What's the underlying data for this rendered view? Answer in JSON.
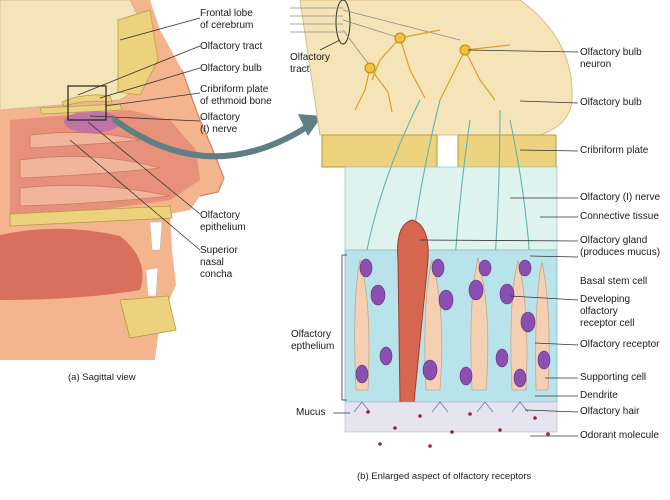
{
  "left_panel": {
    "labels": {
      "frontal_lobe": "Frontal lobe\nof cerebrum",
      "olfactory_tract": "Olfactory tract",
      "olfactory_bulb": "Olfactory bulb",
      "cribriform_plate": "Cribriform plate\nof ethmoid bone",
      "olfactory_nerve": "Olfactory\n(I) nerve",
      "olfactory_epithelium": "Olfactory\nepithelium",
      "superior_nasal_concha": "Superior\nnasal\nconcha"
    },
    "caption": "(a) Sagittal view"
  },
  "right_panel": {
    "labels": {
      "olfactory_tract": "Olfactory\ntract",
      "olfactory_bulb_neuron": "Olfactory bulb\nneuron",
      "olfactory_bulb": "Olfactory bulb",
      "cribriform_plate": "Cribriform plate",
      "olfactory_nerve": "Olfactory (I) nerve",
      "connective_tissue": "Connective tissue",
      "olfactory_gland": "Olfactory gland\n(produces mucus)",
      "basal_stem_cell": "Basal stem cell",
      "developing_receptor": "Developing\nolfactory\nreceptor cell",
      "olfactory_receptor": "Olfactory receptor",
      "supporting_cell": "Supporting cell",
      "dendrite": "Dendrite",
      "olfactory_hair": "Olfactory hair",
      "odorant_molecule": "Odorant molecule",
      "olfactory_epithelium": "Olfactory\nepthelium",
      "mucus": "Mucus"
    },
    "caption": "(b) Enlarged aspect of olfactory receptors"
  },
  "colors": {
    "skin": "#f3b48e",
    "tissue": "#e8917a",
    "bone": "#ecd27c",
    "brain": "#f4e4b8",
    "supporting_cell": "#b9e3ea",
    "receptor_cell": "#f4cfb1",
    "nucleus": "#8a4fb0",
    "gland": "#d76650",
    "connective": "#dff3ee",
    "arrow": "#5f7f84"
  }
}
